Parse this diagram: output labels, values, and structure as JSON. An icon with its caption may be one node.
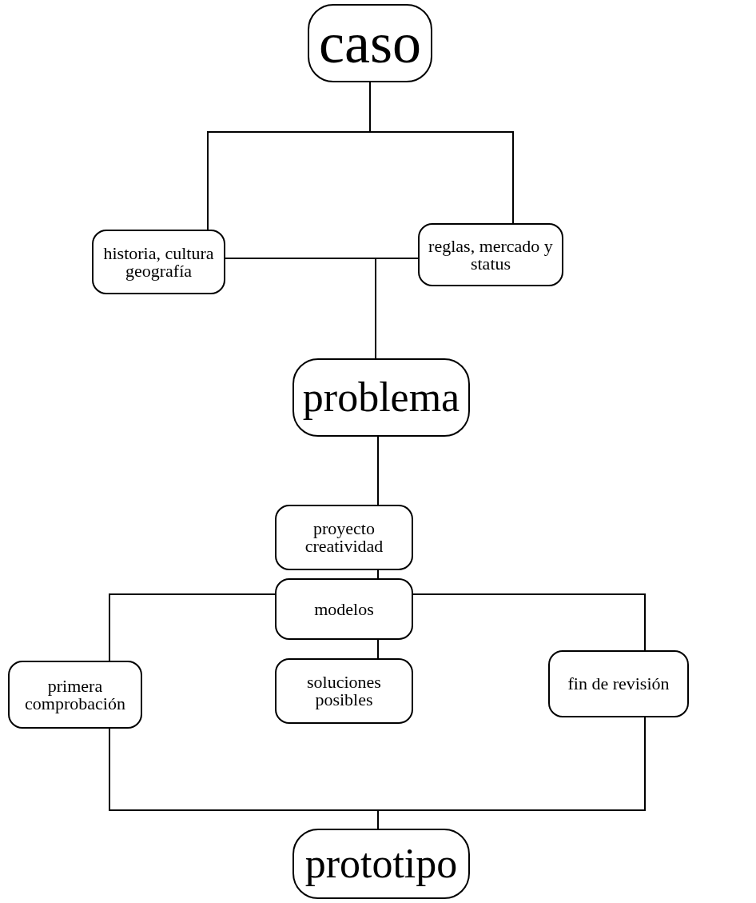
{
  "diagram": {
    "nodes": [
      {
        "text": [
          "caso"
        ]
      },
      {
        "text": [
          "historia, cultura geografía"
        ]
      },
      {
        "text": [
          "reglas, mercado y status"
        ]
      },
      {
        "text": [
          "problema"
        ]
      },
      {
        "text": [
          "proyecto creatividad"
        ]
      },
      {
        "text": [
          "modelos"
        ]
      },
      {
        "text": [
          "primera comprobación"
        ]
      },
      {
        "text": [
          "soluciones posibles"
        ]
      },
      {
        "text": [
          "fin de revisión"
        ]
      },
      {
        "text": [
          "prototipo"
        ]
      }
    ],
    "edges": [
      {
        "from": 0,
        "to": 1,
        "arrow": "none"
      },
      {
        "from": 0,
        "to": 2,
        "arrow": "none"
      },
      {
        "from": 1,
        "to": 3,
        "arrow": "none"
      },
      {
        "from": 2,
        "to": 3,
        "arrow": "none"
      },
      {
        "from": 3,
        "to": 4,
        "arrow": "none"
      },
      {
        "from": 4,
        "to": 5,
        "arrow": "none"
      },
      {
        "from": 5,
        "to": 6,
        "arrow": "none"
      },
      {
        "from": 5,
        "to": 7,
        "arrow": "none"
      },
      {
        "from": 5,
        "to": 8,
        "arrow": "none"
      },
      {
        "from": 6,
        "to": 9,
        "arrow": "none"
      },
      {
        "from": 8,
        "to": 9,
        "arrow": "none"
      }
    ]
  }
}
